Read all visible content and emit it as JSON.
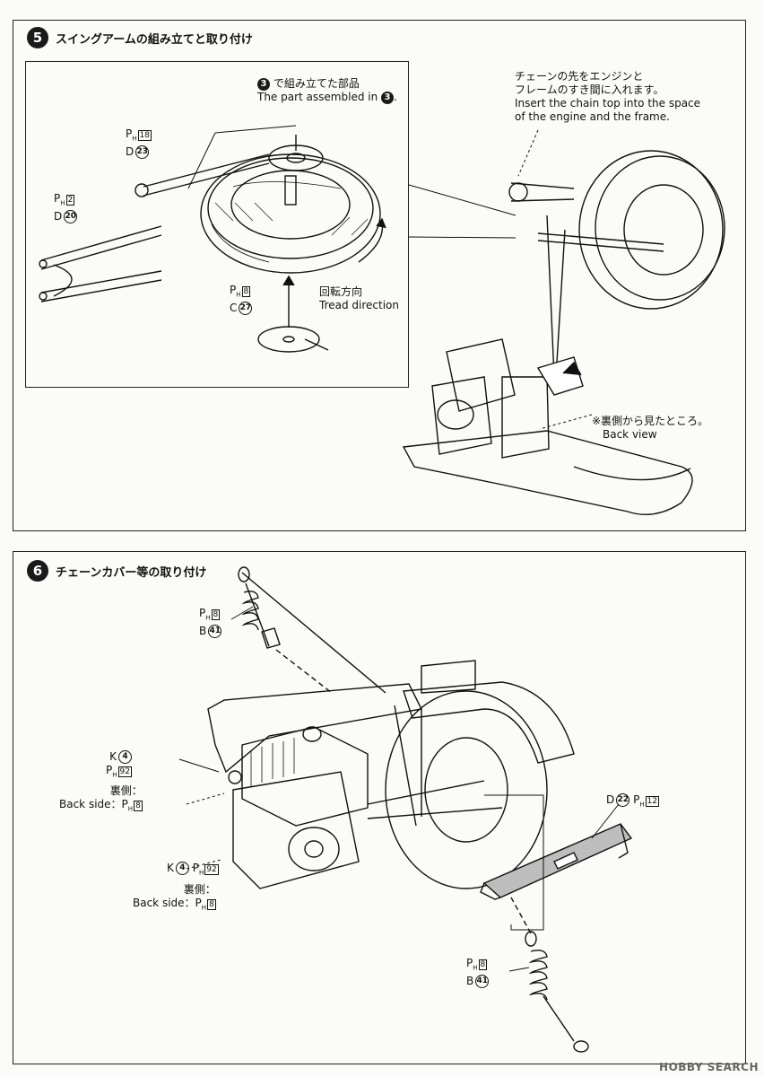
{
  "step5": {
    "num": "5",
    "title": "スイングアームの組み立てと取り付け",
    "ref_num": "3",
    "ref_jp": "で組み立てた部品",
    "ref_en": "The part assembled in",
    "part_d23": {
      "ph": "P",
      "ph_sub": "H",
      "ph_no": "18",
      "letter": "D",
      "no": "23"
    },
    "part_d20": {
      "ph": "P",
      "ph_sub": "H",
      "ph_no": "2",
      "letter": "D",
      "no": "20"
    },
    "part_c27": {
      "ph": "P",
      "ph_sub": "H",
      "ph_no": "8",
      "letter": "C",
      "no": "27"
    },
    "tread_jp": "回転方向",
    "tread_en": "Tread direction",
    "chain_jp1": "チェーンの先をエンジンと",
    "chain_jp2": "フレームのすき間に入れます。",
    "chain_en1": "Insert the chain top into the space",
    "chain_en2": "of the engine and the frame.",
    "back_jp": "※裏側から見たところ。",
    "back_en": "Back view"
  },
  "step6": {
    "num": "6",
    "title": "チェーンカバー等の取り付け",
    "shock_top": {
      "ph": "P",
      "ph_sub": "H",
      "ph_no": "8",
      "letter": "B",
      "no": "41"
    },
    "k4_top": {
      "letter": "K",
      "no": "4",
      "ph": "P",
      "ph_sub": "H",
      "ph_no": "92"
    },
    "back_side_jp": "裏側：",
    "back_side_en": "Back side：",
    "back_ph_no": "8",
    "k4_bottom": {
      "letter": "K",
      "no": "4",
      "ph": "P",
      "ph_sub": "H",
      "ph_no": "92"
    },
    "d22": {
      "letter": "D",
      "no": "22",
      "ph": "P",
      "ph_sub": "H",
      "ph_no": "12"
    },
    "shock_bottom": {
      "ph": "P",
      "ph_sub": "H",
      "ph_no": "8",
      "letter": "B",
      "no": "41"
    }
  },
  "watermark": "HOBBY SEARCH"
}
